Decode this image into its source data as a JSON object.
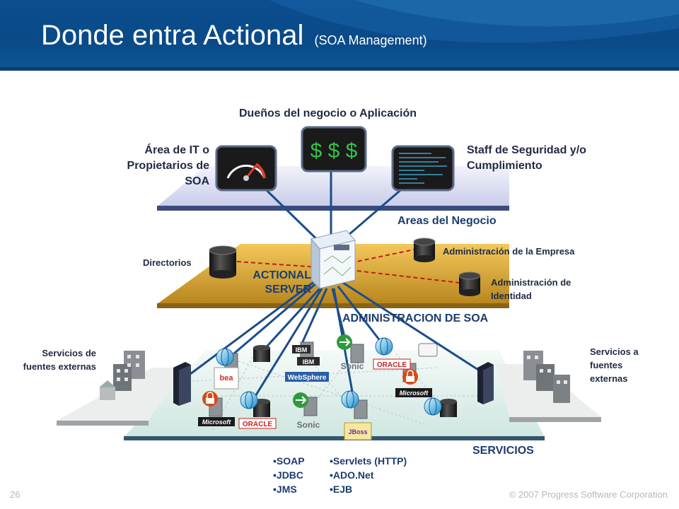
{
  "title": {
    "main": "Donde entra Actional",
    "sub": "(SOA Management)"
  },
  "labels": {
    "owners": "Dueños del negocio o Aplicación",
    "it_area": "Área de IT o Propietarios de SOA",
    "security": "Staff de Seguridad y/o Cumplimiento",
    "business_areas": "Areas del Negocio",
    "directories": "Directorios",
    "enterprise_admin": "Administración de la Empresa",
    "identity_admin": "Administración de Identidad",
    "actional_server": "ACTIONAL SERVER",
    "soa_admin": "ADMINISTRACION DE SOA",
    "external_sources": "Servicios de fuentes externas",
    "external_targets": "Servicios a fuentes externas",
    "services": "SERVICIOS"
  },
  "monitor": {
    "dollar_text": "$ $ $"
  },
  "vendors": {
    "ibm": "IBM",
    "websphere": "WebSphere",
    "sonic": "Sonic",
    "oracle": "ORACLE",
    "microsoft": "Microsoft",
    "bea": "bea",
    "jboss": "JBoss"
  },
  "protocols": {
    "col1": [
      "SOAP",
      "JDBC",
      "JMS"
    ],
    "col2": [
      "Servlets (HTTP)",
      "ADO.Net",
      "EJB"
    ]
  },
  "footer": {
    "page": "26",
    "copyright": "© 2007 Progress Software Corporation"
  },
  "colors": {
    "header": "#0b4e8f",
    "business_plane": "#d6d9f0",
    "admin_plane": "#c89a2c",
    "services_plane": "#d9ece8",
    "connection_line": "#1b4d8a"
  }
}
